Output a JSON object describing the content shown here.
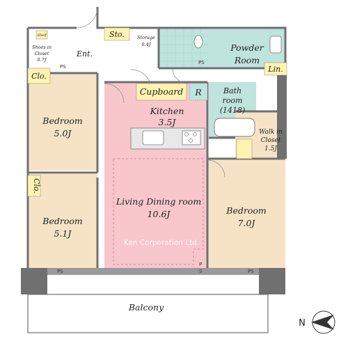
{
  "rooms": {
    "bedroom_top": {
      "name": "Bedroom",
      "size": "5.0J"
    },
    "bedroom_bottom": {
      "name": "Bedroom",
      "size": "5.1J"
    },
    "bedroom_right": {
      "name": "Bedroom",
      "size": "7.0J"
    },
    "kitchen": {
      "name": "Kitchen",
      "size": "3.5J"
    },
    "living": {
      "name": "Living Dining room",
      "size": "10.6J"
    },
    "powder": {
      "line1": "Powder",
      "line2": "Room"
    },
    "bath": {
      "line1": "Bath",
      "line2": "room",
      "line3": "(1418)"
    },
    "walkin": {
      "line1": "Walk in",
      "line2": "Closet",
      "line3": "1.5J"
    },
    "storage": {
      "name": "Storage",
      "size": "0.4J"
    },
    "shoes": {
      "line1": "Shoes in",
      "line2": "Closet",
      "line3": "0.7J"
    },
    "entrance": "Ent.",
    "balcony": "Balcony"
  },
  "tags": {
    "shelf": "Shelf",
    "sto": "Sto.",
    "lin": "Lin.",
    "clo_top": "Clo.",
    "clo_bottom": "Clo.",
    "cupboard": "Cupboard",
    "refrigerator": "R"
  },
  "ps_labels": [
    "PS",
    "PS",
    "PS",
    "PS",
    "P",
    "S"
  ],
  "watermark": "Ken Corporation Ltd.",
  "compass": "N",
  "colors": {
    "bedroom": "#f6e3c6",
    "living": "#f7c7cc",
    "wet": "#bfe3dd",
    "tag": "#fff3b0",
    "wall": "#707070"
  }
}
